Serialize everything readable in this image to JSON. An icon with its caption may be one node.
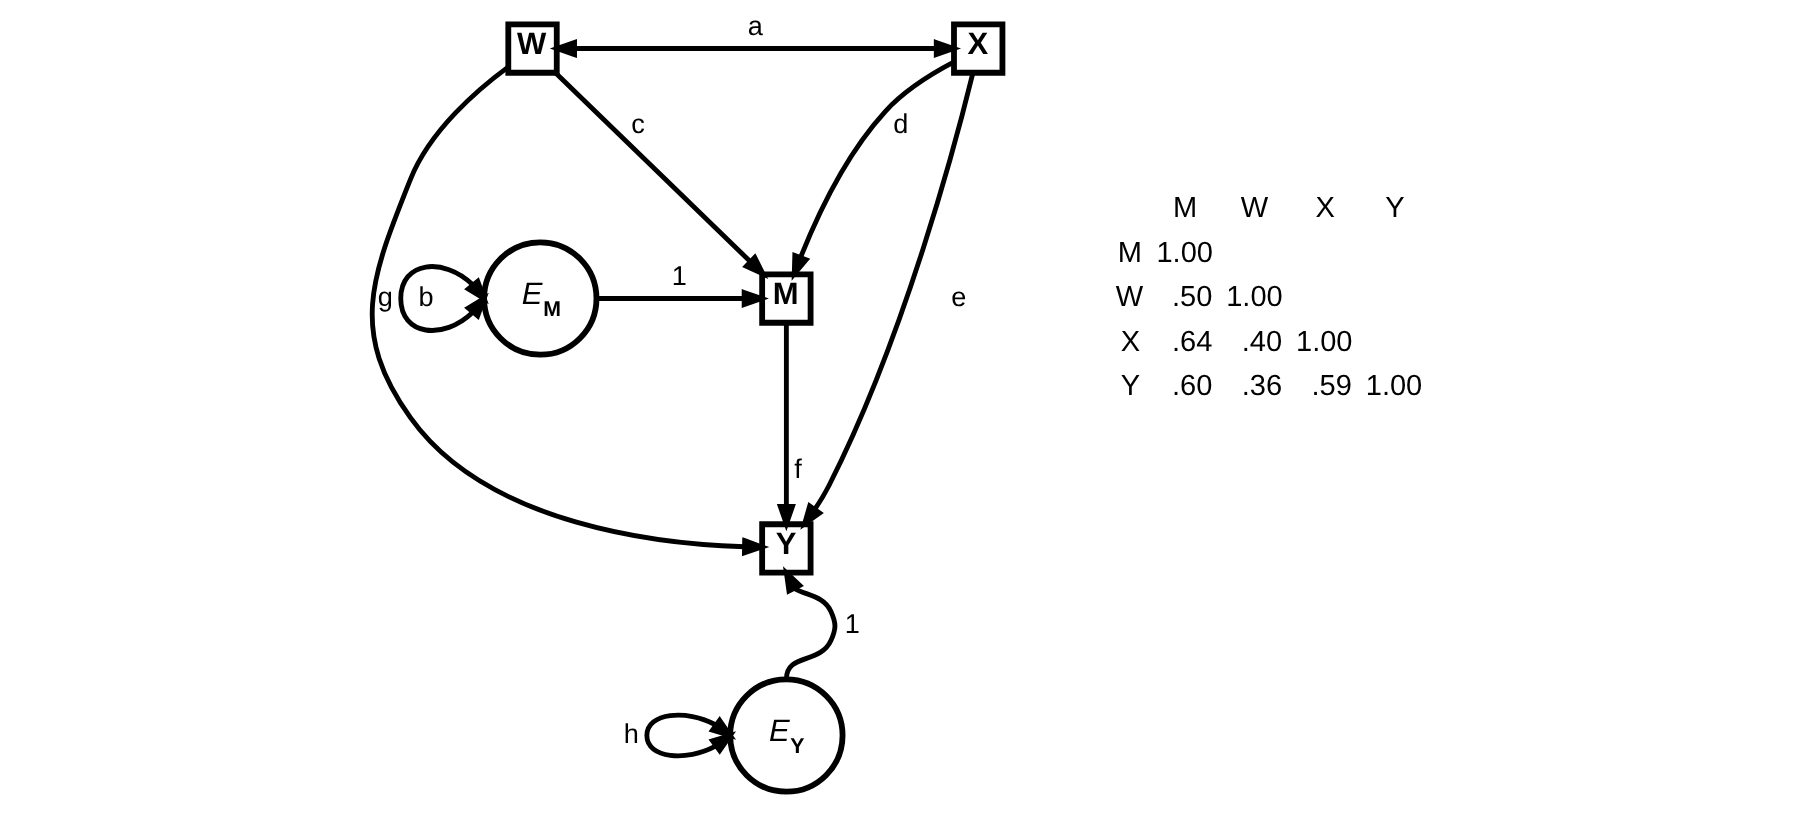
{
  "diagram": {
    "nodes": [
      {
        "text": [
          "W"
        ]
      },
      {
        "text": [
          "X"
        ]
      },
      {
        "text": [
          "*E*$_{M}$"
        ]
      },
      {
        "text": [
          "M"
        ]
      },
      {
        "text": [
          "Y"
        ]
      },
      {
        "text": [
          "*E*$_{Y}$"
        ]
      }
    ],
    "edges": [
      {
        "from": 0,
        "to": 1,
        "arrow": "both",
        "label": "a"
      },
      {
        "from": 0,
        "to": 3,
        "arrow": "to",
        "label": "c"
      },
      {
        "from": 1,
        "to": 3,
        "arrow": "to",
        "label": "d"
      },
      {
        "from": 2,
        "to": 3,
        "arrow": "to",
        "label": "1"
      },
      {
        "from": 0,
        "to": 4,
        "arrow": "to",
        "label": "b"
      },
      {
        "from": 3,
        "to": 4,
        "arrow": "to",
        "label": "f"
      },
      {
        "from": 1,
        "to": 4,
        "arrow": "to",
        "label": "e"
      },
      {
        "from": 5,
        "to": 4,
        "arrow": "to",
        "label": "1"
      },
      {
        "from": 2,
        "to": 2,
        "arrow": "both",
        "label": "g"
      },
      {
        "from": 5,
        "to": 5,
        "arrow": "both",
        "label": "h"
      }
    ],
    "labels": [
      "M",
      "W",
      "X",
      "Y",
      "M",
      "1.00",
      "W",
      ".50",
      "1.00",
      "X",
      ".64",
      ".40",
      "1.00",
      "Y",
      ".60",
      ".36",
      ".59",
      "1.00"
    ]
  }
}
